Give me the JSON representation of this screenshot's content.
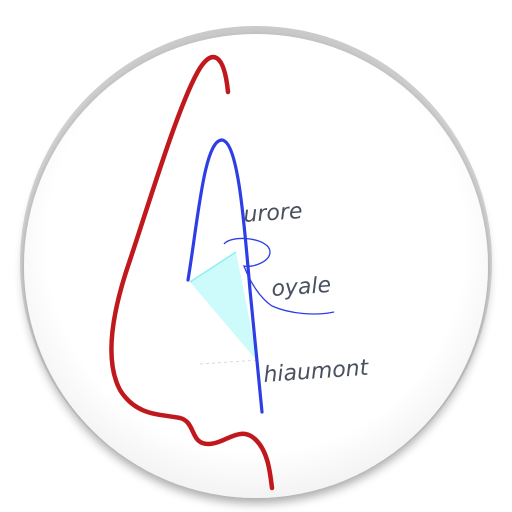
{
  "app_icon": {
    "words": [
      "urore",
      "oyale",
      "hiaumont"
    ],
    "full_name": "Aurore Royale Chiaumont",
    "colors": {
      "background": "#ffffff",
      "badge_fill": "#ffffff",
      "badge_shadow": "#bdbdbd",
      "profile_line": "#c0181c",
      "letter_line": "#2e3ee6",
      "triangle_fill": "#c8fbfb",
      "text": "#4a5060"
    },
    "icons": [
      "circle-badge",
      "face-profile-line",
      "letter-a-stroke",
      "letter-r-stroke",
      "letter-c-stroke"
    ]
  }
}
